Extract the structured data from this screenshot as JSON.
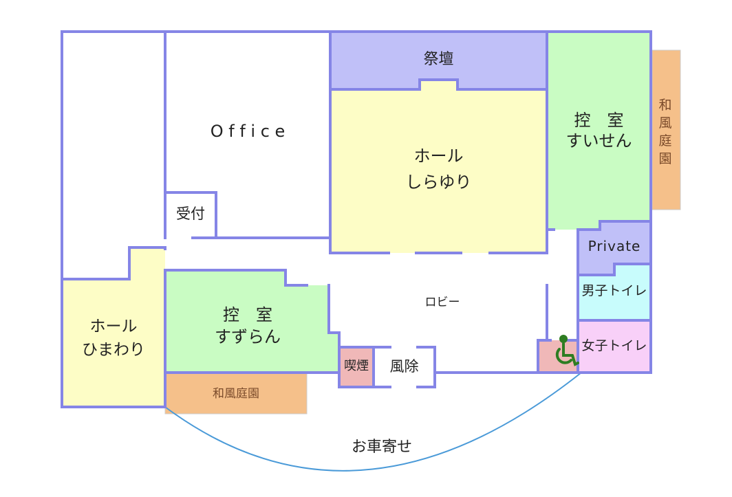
{
  "rooms": {
    "office": "O f f i c e",
    "altar": "祭壇",
    "hall_shirayuri": {
      "line1": "ホール",
      "line2": "しらゆり"
    },
    "waiting_suisen": {
      "line1": "控　室",
      "line2": "すいせん"
    },
    "garden_right": "和風庭園",
    "reception": "受付",
    "private": "Private",
    "mens_toilet": "男子トイレ",
    "womens_toilet": "女子トイレ",
    "lobby": "ロビー",
    "waiting_suzuran": {
      "line1": "控　室",
      "line2": "すずらん"
    },
    "hall_himawari": {
      "line1": "ホール",
      "line2": "ひまわり"
    },
    "smoking": "喫煙",
    "windbreak": "風除",
    "garden_bottom": "和風庭園",
    "carport": "お車寄せ"
  },
  "colors": {
    "wall": "#8585e6",
    "hall": "#fdfdc6",
    "waiting": "#c9fcc3",
    "altar": "#c0c0f8",
    "garden": "#f5c08a",
    "mens": "#c8fcfc",
    "womens": "#f8d0f8",
    "smoking": "#f0b8b8",
    "accessible_icon": "#2e7d22",
    "driveway": "#4a9ad8"
  }
}
